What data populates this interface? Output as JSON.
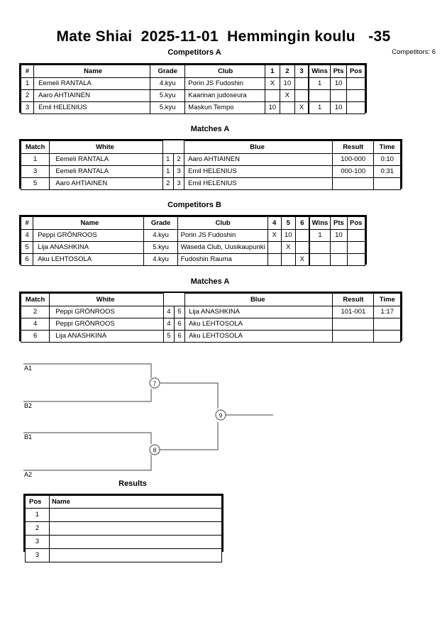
{
  "header": {
    "title": "Mate Shiai  2025-11-01  Hemmingin koulu   -35",
    "competitors_count": "Competitors: 6"
  },
  "sections": {
    "competitors_a_title": "Competitors A",
    "matches_a1_title": "Matches A",
    "competitors_b_title": "Competitors B",
    "matches_a2_title": "Matches A",
    "results_title": "Results"
  },
  "competitors_table": {
    "headers": {
      "num": "#",
      "name": "Name",
      "grade": "Grade",
      "club": "Club",
      "wins": "Wins",
      "pts": "Pts",
      "pos": "Pos"
    }
  },
  "competitors_a": {
    "vs_headers": [
      "1",
      "2",
      "3"
    ],
    "rows": [
      {
        "num": "1",
        "name": "Eemeli RANTALA",
        "grade": "4.kyu",
        "club": "Porin JS Fudoshin",
        "vs": [
          "X",
          "10",
          ""
        ],
        "wins": "1",
        "pts": "10",
        "pos": ""
      },
      {
        "num": "2",
        "name": "Aaro AHTIAINEN",
        "grade": "5.kyu",
        "club": "Kaarinan judoseura",
        "vs": [
          "",
          "X",
          ""
        ],
        "wins": "",
        "pts": "",
        "pos": ""
      },
      {
        "num": "3",
        "name": "Emil HELENIUS",
        "grade": "5.kyu",
        "club": "Maskun Tempo",
        "vs": [
          "10",
          "",
          "X"
        ],
        "wins": "1",
        "pts": "10",
        "pos": ""
      }
    ]
  },
  "competitors_b": {
    "vs_headers": [
      "4",
      "5",
      "6"
    ],
    "rows": [
      {
        "num": "4",
        "name": "Peppi GRÖNROOS",
        "grade": "4.kyu",
        "club": "Porin JS Fudoshin",
        "vs": [
          "X",
          "10",
          ""
        ],
        "wins": "1",
        "pts": "10",
        "pos": ""
      },
      {
        "num": "5",
        "name": "Lija ANASHKINA",
        "grade": "5.kyu",
        "club": "Waseda Club, Uusikaupunki",
        "vs": [
          "",
          "X",
          ""
        ],
        "wins": "",
        "pts": "",
        "pos": ""
      },
      {
        "num": "6",
        "name": "Aku LEHTOSOLA",
        "grade": "4.kyu",
        "club": "Fudoshin Rauma",
        "vs": [
          "",
          "",
          "X"
        ],
        "wins": "",
        "pts": "",
        "pos": ""
      }
    ]
  },
  "matches_table": {
    "headers": {
      "match": "Match",
      "white": "White",
      "blue": "Blue",
      "result": "Result",
      "time": "Time"
    }
  },
  "matches_a1": {
    "rows": [
      {
        "match": "1",
        "white": "Eemeli RANTALA",
        "white_bold": true,
        "i1": "1",
        "i2": "2",
        "blue": "Aaro AHTIAINEN",
        "blue_bold": false,
        "result": "100-000",
        "time": "0:10"
      },
      {
        "match": "3",
        "white": "Eemeli RANTALA",
        "white_bold": false,
        "i1": "1",
        "i2": "3",
        "blue": "Emil HELENIUS",
        "blue_bold": true,
        "result": "000-100",
        "time": "0:31"
      },
      {
        "match": "5",
        "white": "Aaro AHTIAINEN",
        "white_bold": false,
        "i1": "2",
        "i2": "3",
        "blue": "Emil HELENIUS",
        "blue_bold": false,
        "result": "",
        "time": ""
      }
    ]
  },
  "matches_a2": {
    "rows": [
      {
        "match": "2",
        "white": "Peppi GRÖNROOS",
        "white_bold": true,
        "i1": "4",
        "i2": "5",
        "blue": "Lija ANASHKINA",
        "blue_bold": false,
        "result": "101-001",
        "time": "1:17"
      },
      {
        "match": "4",
        "white": "Peppi GRÖNROOS",
        "white_bold": false,
        "i1": "4",
        "i2": "6",
        "blue": "Aku LEHTOSOLA",
        "blue_bold": false,
        "result": "",
        "time": ""
      },
      {
        "match": "6",
        "white": "Lija ANASHKINA",
        "white_bold": false,
        "i1": "5",
        "i2": "6",
        "blue": "Aku LEHTOSOLA",
        "blue_bold": false,
        "result": "",
        "time": ""
      }
    ]
  },
  "bracket": {
    "seeds": [
      "A1",
      "B2",
      "B1",
      "A2"
    ],
    "nodes": [
      "7",
      "8",
      "9"
    ],
    "line_color": "#666666"
  },
  "results": {
    "headers": {
      "pos": "Pos",
      "name": "Name"
    },
    "rows": [
      {
        "pos": "1",
        "name": ""
      },
      {
        "pos": "2",
        "name": ""
      },
      {
        "pos": "3",
        "name": ""
      },
      {
        "pos": "3",
        "name": ""
      }
    ]
  }
}
